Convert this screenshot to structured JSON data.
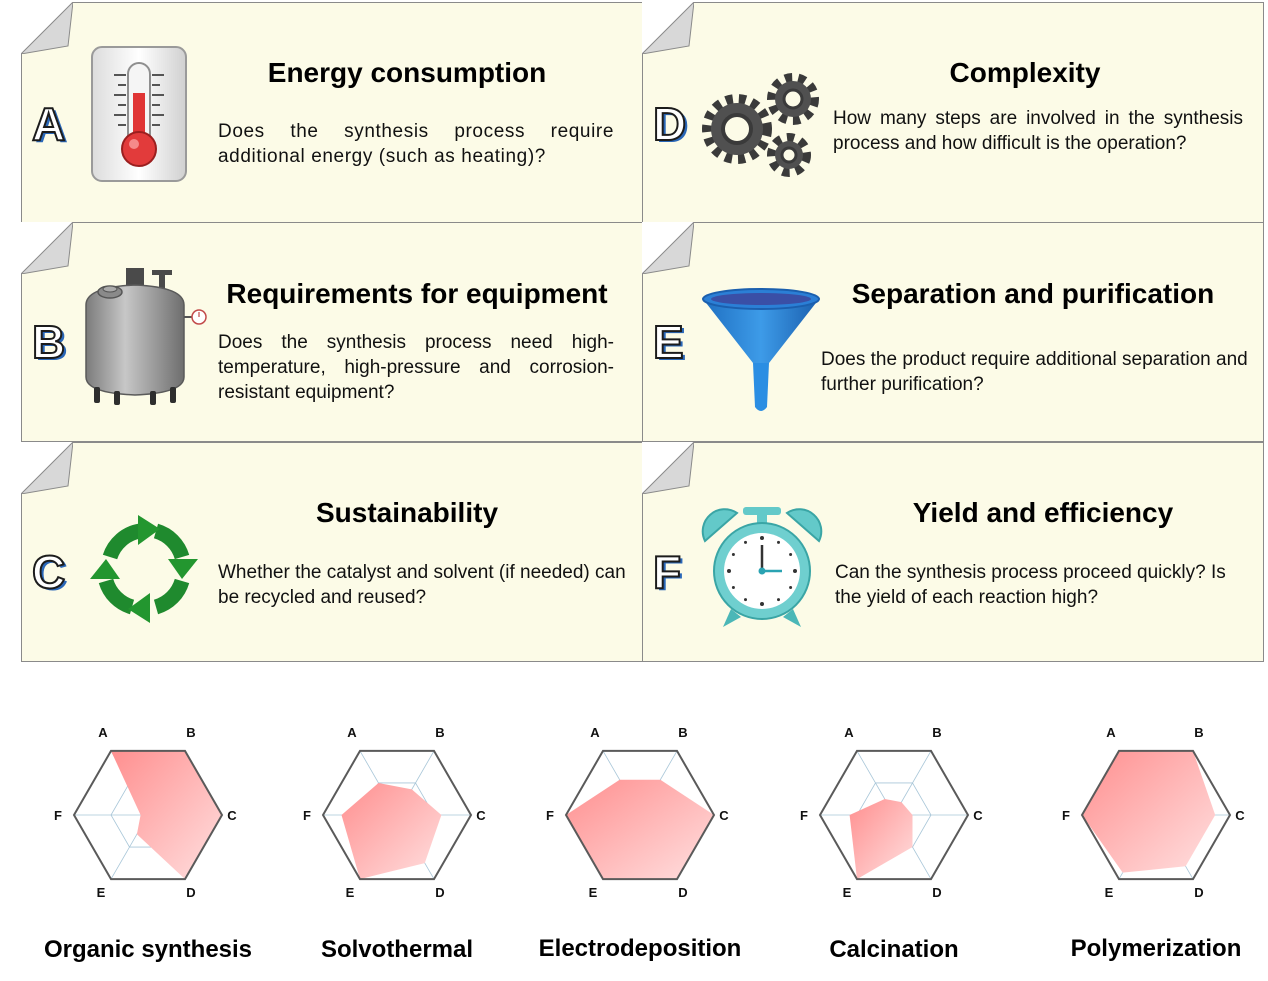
{
  "criteria": [
    {
      "letter": "A",
      "title": "Energy consumption",
      "description": "Does the synthesis process require additional energy (such as heating)?",
      "icon": "thermometer-icon"
    },
    {
      "letter": "B",
      "title": "Requirements for equipment",
      "description": "Does the synthesis process need high-temperature, high-pressure and corrosion-resistant equipment?",
      "icon": "pressure-tank-icon"
    },
    {
      "letter": "C",
      "title": "Sustainability",
      "description": "Whether the catalyst and solvent (if needed) can be recycled and reused?",
      "icon": "recycle-arrows-icon"
    },
    {
      "letter": "D",
      "title": "Complexity",
      "description": "How many steps are involved in the synthesis process and how difficult is the operation?",
      "icon": "gears-icon"
    },
    {
      "letter": "E",
      "title": "Separation and purification",
      "description": "Does the product require additional separation and further purification?",
      "icon": "funnel-icon"
    },
    {
      "letter": "F",
      "title": "Yield and efficiency",
      "description": "Can the synthesis process proceed quickly? Is the yield of each reaction high?",
      "icon": "alarm-clock-icon"
    }
  ],
  "chart_data": {
    "type": "radar",
    "axes": [
      "A",
      "B",
      "C",
      "D",
      "E",
      "F"
    ],
    "rlim": [
      0,
      1
    ],
    "grid": true,
    "charts": [
      {
        "name": "Organic synthesis",
        "values": [
          1.0,
          1.0,
          1.0,
          1.0,
          0.3,
          0.1
        ]
      },
      {
        "name": "Solvothermal",
        "values": [
          0.5,
          0.4,
          0.6,
          0.75,
          1.0,
          0.75
        ]
      },
      {
        "name": "Electrodeposition",
        "values": [
          0.55,
          0.55,
          1.0,
          1.0,
          1.0,
          1.0
        ]
      },
      {
        "name": "Calcination",
        "values": [
          0.25,
          0.2,
          0.25,
          0.5,
          1.0,
          0.6
        ]
      },
      {
        "name": "Polymerization",
        "values": [
          1.0,
          1.0,
          0.8,
          0.8,
          0.9,
          1.0
        ]
      }
    ]
  }
}
